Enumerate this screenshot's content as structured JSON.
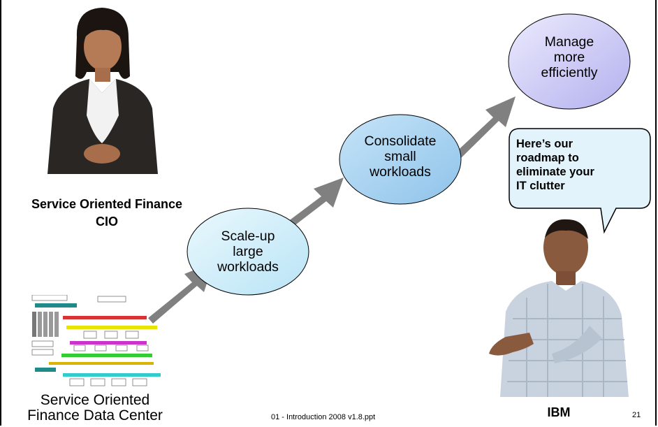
{
  "slide": {
    "steps": [
      {
        "label": "Scale-up large workloads",
        "lines": [
          "Scale-up",
          "large",
          "workloads"
        ]
      },
      {
        "label": "Consolidate small workloads",
        "lines": [
          "Consolidate",
          "small",
          "workloads"
        ]
      },
      {
        "label": "Manage more efficiently",
        "lines": [
          "Manage",
          "more",
          "efficiently"
        ]
      }
    ],
    "cio_caption": {
      "line1": "Service Oriented Finance",
      "line2": "CIO"
    },
    "datacenter_caption": {
      "line1": "Service Oriented",
      "line2": "Finance Data Center"
    },
    "speech_bubble": {
      "lines": [
        "Here’s our",
        "roadmap to",
        "eliminate your",
        "IT clutter"
      ]
    },
    "ibm_caption": "IBM",
    "footer": {
      "file": "01 - Introduction 2008 v1.8.ppt",
      "page_number": "21"
    }
  },
  "colors": {
    "arrow": "#808080",
    "ellipse1_fill": "#cfeefa",
    "ellipse2_fill": "#a7d2f0",
    "ellipse3_fill": "#cfcdf5",
    "bubble_fill": "#e2f3fb",
    "bubble_stroke": "#000000"
  }
}
